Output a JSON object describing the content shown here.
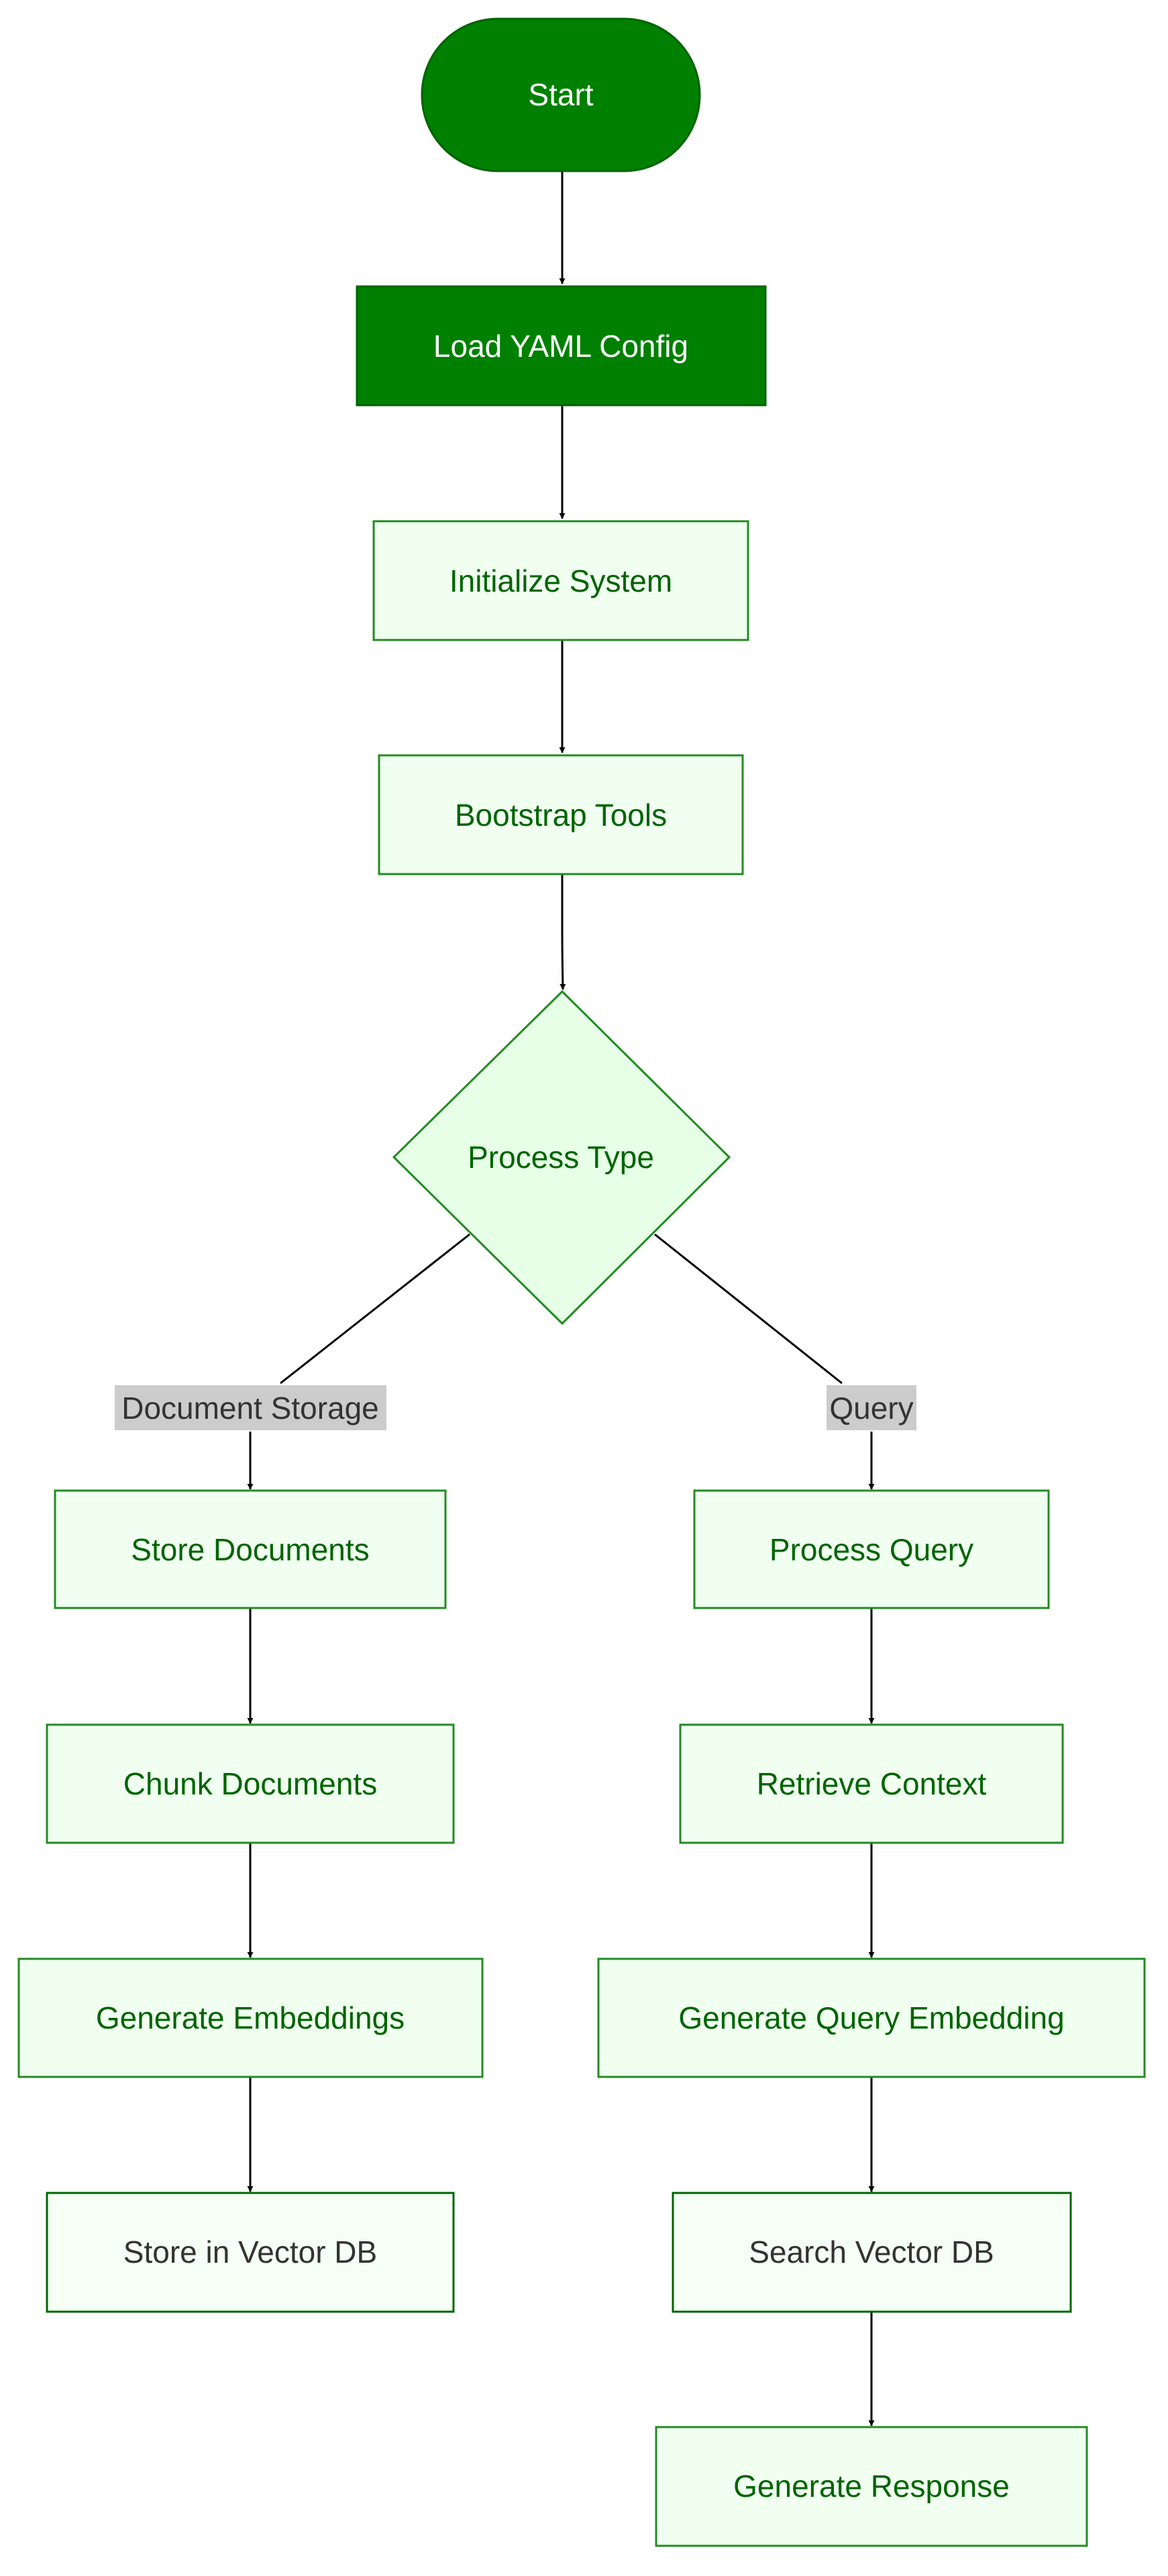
{
  "colors": {
    "start_fill": "#008000",
    "start_stroke": "#006400",
    "config_fill": "#008000",
    "config_stroke": "#006400",
    "process_fill": "#f0fff0",
    "process_stroke": "#228b22",
    "decision_fill": "#e6ffe6",
    "decision_stroke": "#228b22",
    "storage_fill": "#f5fff5",
    "storage_stroke": "#006400",
    "label_light": "#ffffff",
    "label_green": "#006400",
    "label_dark": "#333333",
    "edge_label_bg": "#cccccc"
  },
  "nodes": {
    "start": "Start",
    "load_config": "Load YAML Config",
    "initialize": "Initialize System",
    "bootstrap": "Bootstrap Tools",
    "process_type": "Process Type",
    "store_documents": "Store Documents",
    "chunk_documents": "Chunk Documents",
    "generate_embeddings": "Generate Embeddings",
    "store_vector_db": "Store in Vector DB",
    "process_query": "Process Query",
    "retrieve_context": "Retrieve Context",
    "generate_query_embedding": "Generate Query Embedding",
    "search_vector_db": "Search Vector DB",
    "generate_response": "Generate Response"
  },
  "edge_labels": {
    "document_storage": "Document Storage",
    "query": "Query"
  }
}
